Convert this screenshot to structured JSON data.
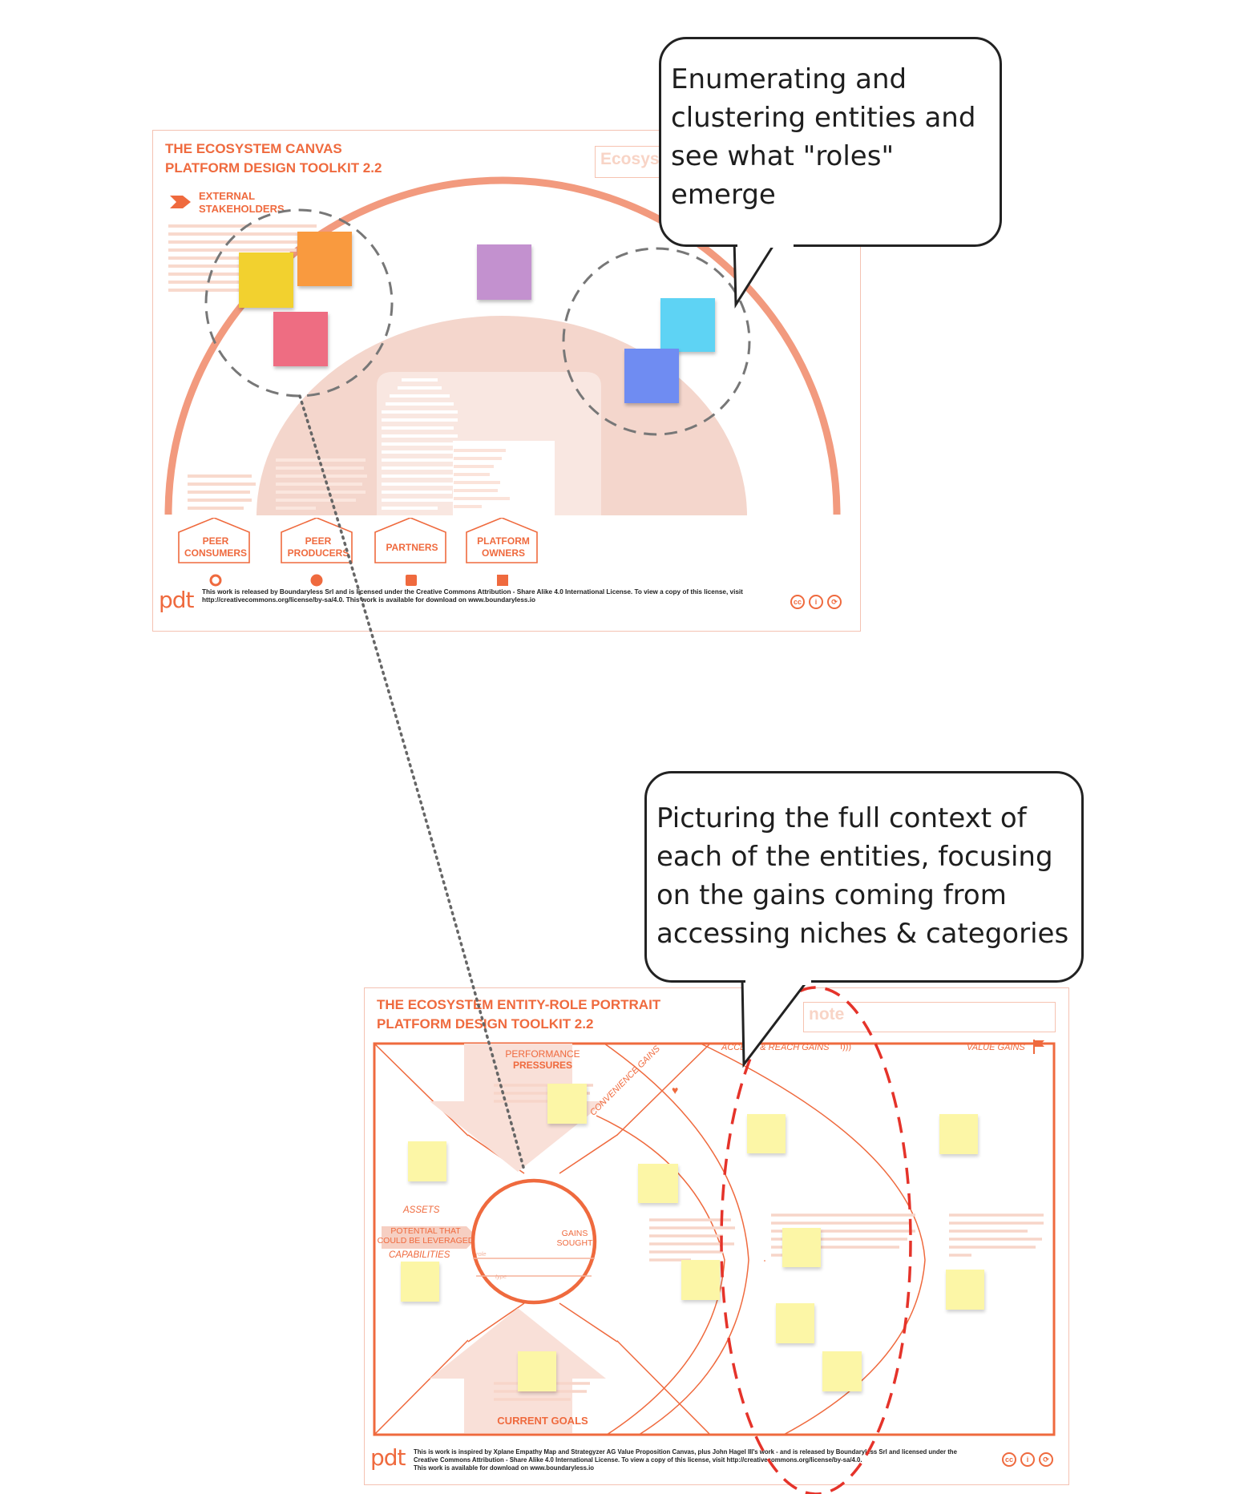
{
  "ecosystem_canvas": {
    "title_line1": "THE ECOSYSTEM CANVAS",
    "title_line2": "PLATFORM DESIGN TOOLKIT 2.2",
    "name_field": "Ecosyst",
    "external_label_line1": "EXTERNAL",
    "external_label_line2": "STAKEHOLDERS",
    "roles": [
      {
        "line1": "PEER",
        "line2": "CONSUMERS",
        "marker": "hollow-circle"
      },
      {
        "line1": "PEER",
        "line2": "PRODUCERS",
        "marker": "filled-circle"
      },
      {
        "line1": "PARTNERS",
        "line2": "",
        "marker": "square"
      },
      {
        "line1": "PLATFORM",
        "line2": "OWNERS",
        "marker": "square"
      }
    ],
    "logo": "pdt",
    "license_line1": "This work is released by Boundaryless Srl and is licensed under the Creative Commons Attribution - Share Alike 4.0 International License. To view a copy of this license, visit",
    "license_line2": "http://creativecommons.org/license/by-sa/4.0. This work is available for download on www.boundaryless.io",
    "sticky_colors": [
      "#f2d12f",
      "#f99a3f",
      "#ee6d82",
      "#c391cf",
      "#5ed3f4",
      "#6f8cf2"
    ]
  },
  "callouts": {
    "top": [
      "Enumerating and",
      "clustering entities and",
      "see what \"roles\"",
      "emerge"
    ],
    "bottom": [
      "Picturing the full context of",
      "each of the entities, focusing",
      "on the  gains coming from",
      "accessing niches & categories"
    ]
  },
  "entity_role_portrait": {
    "title_line1": "THE ECOSYSTEM ENTITY-ROLE PORTRAIT",
    "title_line2": "PLATFORM DESIGN TOOLKIT 2.2",
    "name_field": "note",
    "performance_line1": "PERFORMANCE",
    "performance_line2": "PRESSURES",
    "current_goals": "CURRENT GOALS",
    "assets": "ASSETS",
    "potential_line1": "POTENTIAL THAT",
    "potential_line2": "COULD BE LEVERAGED",
    "capabilities": "CAPABILITIES",
    "gains_line1": "GAINS",
    "gains_line2": "SOUGHT",
    "convenience_gains": "CONVENIENCE GAINS",
    "access_reach_gains": "ACCESS & REACH  GAINS",
    "value_gains": "VALUE GAINS",
    "role_field": "role",
    "type_field": "type",
    "logo": "pdt",
    "license_line1": "This is work is inspired by Xplane Empathy Map and Strategyzer AG Value Proposition Canvas, plus John Hagel III's work - and is released by Boundaryless Srl and licensed under the",
    "license_line2": "Creative Commons Attribution - Share Alike 4.0 International License. To view a copy of this license, visit http://creativecommons.org/license/by-sa/4.0.",
    "license_line3": "This work is available for download on www.boundaryless.io",
    "sticky_color": "#fcf6a6"
  },
  "colors": {
    "accent": "#ef6a3e",
    "accent_light": "#f6a58a",
    "fill_light": "#f3d5cb",
    "fill_lighter": "#f8e5df",
    "callout_border": "#222222",
    "connector": "#777777"
  }
}
